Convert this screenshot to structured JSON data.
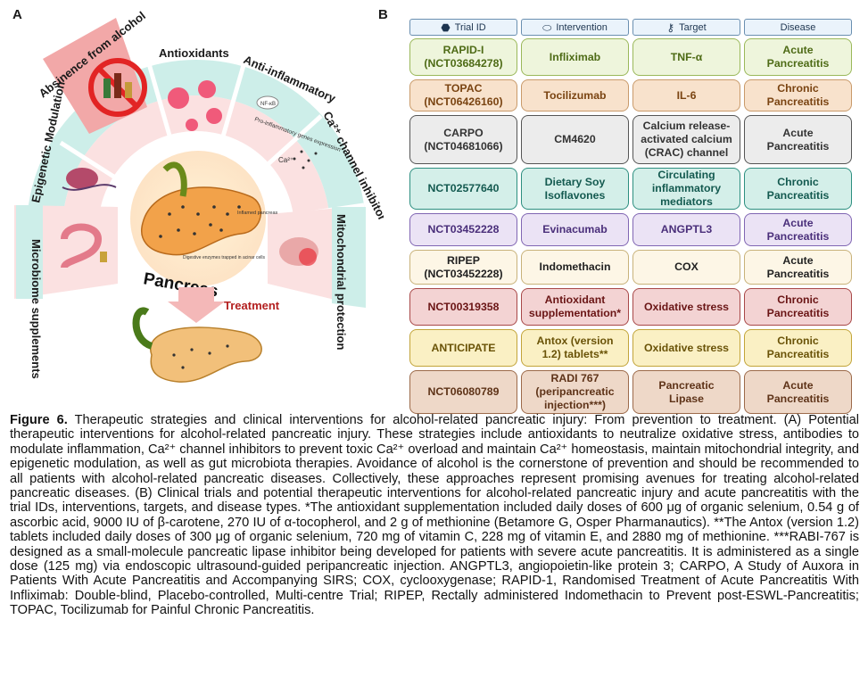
{
  "panel_labels": {
    "a": "A",
    "b": "B"
  },
  "panel_a": {
    "segments": {
      "alcohol": "Absinence from alcohol",
      "antioxidants": "Antioxidants",
      "anti_inflammatory": "Anti-inflammatory",
      "calcium": "Ca²⁺ channel inhibitor",
      "mito": "Mitochondrial protection",
      "microbiome": "Microbiome supplements",
      "epigenetic": "Epigenetic Modulation"
    },
    "annotations": {
      "nfkb": "NF-κB",
      "pro_inflammatory": "Pro-inflammatory genes expression",
      "ca": "Ca²⁺",
      "inflamed": "Inflamed pancreas",
      "digestive": "Digestive enzymes trapped in acinar cells"
    },
    "pancreas_label": "Pancreas",
    "treatment_label": "Treatment"
  },
  "table": {
    "headers": [
      {
        "label": "Trial ID",
        "icon": "tag-icon",
        "glyph": "⬣"
      },
      {
        "label": "Intervention",
        "icon": "pill-icon",
        "glyph": "⬭"
      },
      {
        "label": "Target",
        "icon": "key-icon",
        "glyph": "⚷"
      },
      {
        "label": "Disease",
        "icon": "",
        "glyph": ""
      }
    ],
    "rows": [
      {
        "cells": [
          "RAPID-I\n(NCT03684278)",
          "Infliximab",
          "TNF-α",
          "Acute\nPancreatitis"
        ],
        "bg": "#eef5dc",
        "border": "#9ab85a",
        "color": "#4e6b16",
        "height": 42
      },
      {
        "cells": [
          "TOPAC\n(NCT06426160)",
          "Tocilizumab",
          "IL-6",
          "Chronic\nPancreatitis"
        ],
        "bg": "#f8e2cc",
        "border": "#c99a6a",
        "color": "#7a4412",
        "height": 36
      },
      {
        "cells": [
          "CARPO\n(NCT04681066)",
          "CM4620",
          "Calcium release-\nactivated calcium\n(CRAC) channel",
          "Acute\nPancreatitis"
        ],
        "bg": "#ececec",
        "border": "#555555",
        "color": "#333333",
        "height": 55
      },
      {
        "cells": [
          "NCT02577640",
          "Dietary Soy\nIsoflavones",
          "Circulating\ninflammatory\nmediators",
          "Chronic\nPancreatitis"
        ],
        "bg": "#d4efe9",
        "border": "#2d8f80",
        "color": "#145a50",
        "height": 47
      },
      {
        "cells": [
          "NCT03452228",
          "Evinacumab",
          "ANGPTL3",
          "Acute\nPancreatitis"
        ],
        "bg": "#ebe3f5",
        "border": "#8066b3",
        "color": "#4a2f7a",
        "height": 37
      },
      {
        "cells": [
          "RIPEP\n(NCT03452228)",
          "Indomethacin",
          "COX",
          "Acute\nPancreatitis"
        ],
        "bg": "#fdf6e6",
        "border": "#c8b27a",
        "color": "#222222",
        "height": 39
      },
      {
        "cells": [
          "NCT00319358",
          "Antioxidant\nsupplementation*",
          "Oxidative stress",
          "Chronic\nPancreatitis"
        ],
        "bg": "#f3d3d3",
        "border": "#a84848",
        "color": "#6a1515",
        "height": 42
      },
      {
        "cells": [
          "ANTICIPATE",
          "Antox (version\n1.2) tablets**",
          "Oxidative stress",
          "Chronic\nPancreatitis"
        ],
        "bg": "#faf0c4",
        "border": "#c2a43a",
        "color": "#6a5308",
        "height": 42
      },
      {
        "cells": [
          "NCT06080789",
          "RADI 767\n(peripancreatic\ninjection***)",
          "Pancreatic\nLipase",
          "Acute\nPancreatitis"
        ],
        "bg": "#eed8c8",
        "border": "#9c6a4a",
        "color": "#5e3318",
        "height": 49
      }
    ]
  },
  "caption": {
    "fig_label": "Figure 6.",
    "text": " Therapeutic strategies and clinical interventions for alcohol-related pancreatic injury: From prevention to treatment. (A) Potential therapeutic interventions for alcohol-related pancreatic injury. These strategies include antioxidants to neutralize oxidative stress, antibodies to modulate inflammation, Ca²⁺ channel inhibitors to prevent toxic Ca²⁺ overload and maintain Ca²⁺ homeostasis, maintain mitochondrial integrity, and epigenetic modulation, as well as gut microbiota therapies. Avoidance of alcohol is the cornerstone of prevention and should be recommended to all patients with alcohol-related pancreatic diseases. Collectively, these approaches represent promising avenues for treating alcohol-related pancreatic diseases. (B) Clinical trials and potential therapeutic interventions for alcohol-related pancreatic injury and acute pancreatitis with the trial IDs, interventions, targets, and disease types. *The antioxidant supplementation included daily doses of 600 μg of organic selenium, 0.54 g of ascorbic acid, 9000 IU of β-carotene, 270 IU of α-tocopherol, and 2 g of methionine (Betamore G, Osper Pharmanautics). **The Antox (version 1.2) tablets included daily doses of 300 μg of organic selenium, 720 mg of vitamin C, 228 mg of vitamin E, and 2880 mg of methionine. ***RABI-767 is designed as a small-molecule pancreatic lipase inhibitor being developed for patients with severe acute pancreatitis. It is administered as a single dose (125 mg) via endoscopic ultrasound-guided peripancreatic injection. ANGPTL3, angiopoietin-like protein 3; CARPO, A Study of Auxora in Patients With Acute Pancreatitis and Accompanying SIRS; COX, cyclooxygenase; RAPID-1, Randomised Treatment of Acute Pancreatitis With Infliximab: Double-blind, Placebo-controlled, Multi-centre Trial; RIPEP, Rectally administered Indomethacin to Prevent post-ESWL-Pancreatitis; TOPAC, Tocilizumab for Painful Chronic Pancreatitis."
  }
}
